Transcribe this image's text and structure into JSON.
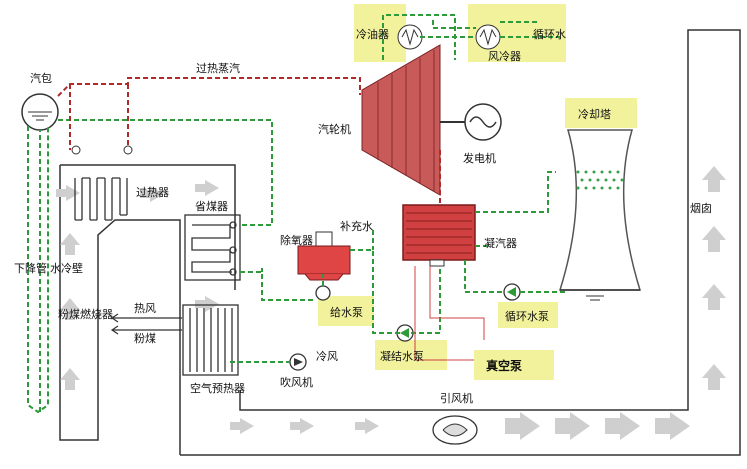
{
  "labels": {
    "steam_drum": "汽包",
    "superheated_steam": "过热蒸汽",
    "oil_cooler": "冷油器",
    "air_cooler": "风冷器",
    "circulating_water": "循环水",
    "turbine": "汽轮机",
    "generator": "发电机",
    "cooling_tower": "冷却塔",
    "chimney": "烟囱",
    "superheater": "过热器",
    "economizer": "省煤器",
    "deaerator": "除氧器",
    "makeup_water": "补充水",
    "condenser": "凝汽器",
    "downcomer": "下降管",
    "water_wall": "水冷壁",
    "coal_burner": "粉煤燃烧器",
    "hot_air": "热风",
    "pulverized_coal": "粉煤",
    "feed_pump": "给水泵",
    "circ_pump": "循环水泵",
    "cold_air": "冷风",
    "condensate_pump": "凝结水泵",
    "vacuum_pump": "真空泵",
    "forced_fan": "吹风机",
    "air_preheater": "空气预热器",
    "induced_fan": "引风机"
  },
  "colors": {
    "green_pipe": "#2e9a3a",
    "red_pipe": "#b02a2a",
    "turbine": "#c85a5a",
    "condenser": "#d04040",
    "highlight": "#eef08a",
    "arrow_gray": "#c9c9c9"
  }
}
